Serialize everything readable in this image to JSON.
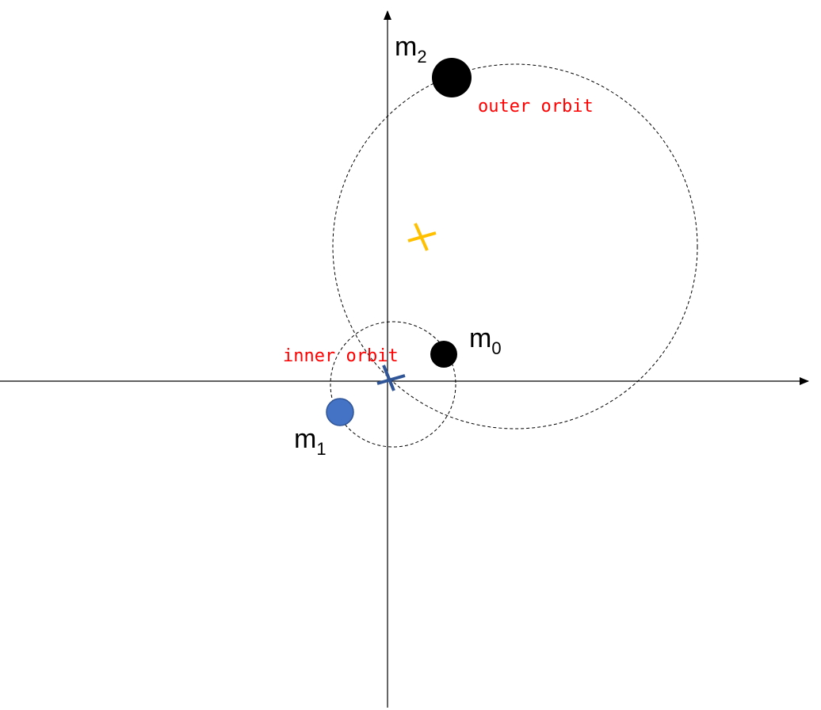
{
  "diagram": {
    "labels": {
      "m0": {
        "base": "m",
        "sub": "0"
      },
      "m1": {
        "base": "m",
        "sub": "1"
      },
      "m2": {
        "base": "m",
        "sub": "2"
      },
      "inner_orbit": "inner orbit",
      "outer_orbit": "outer orbit"
    },
    "colors": {
      "axis": "#000000",
      "orbit": "#000000",
      "m0_fill": "#000000",
      "m1_fill": "#4472C4",
      "m1_stroke": "#2F5597",
      "m2_fill": "#000000",
      "inner_center_marker": "#2F5597",
      "outer_center_marker": "#FFC000",
      "orbit_label": "#FF0000"
    }
  }
}
